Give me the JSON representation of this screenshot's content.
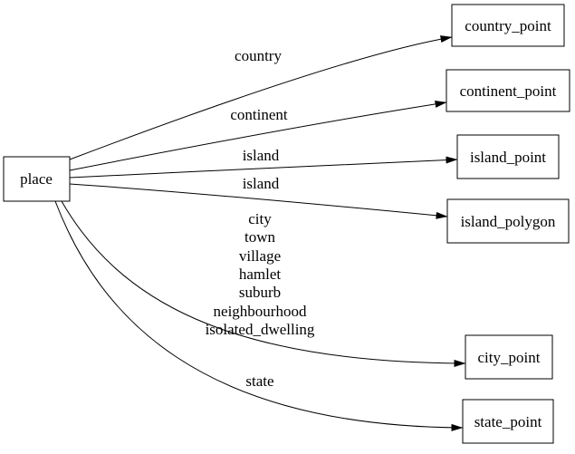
{
  "diagram": {
    "background_color": "#ffffff",
    "line_color": "#000000",
    "text_color": "#000000",
    "nodes": [
      {
        "id": "place",
        "label": "place"
      },
      {
        "id": "country_point",
        "label": "country_point"
      },
      {
        "id": "continent_point",
        "label": "continent_point"
      },
      {
        "id": "island_point",
        "label": "island_point"
      },
      {
        "id": "island_polygon",
        "label": "island_polygon"
      },
      {
        "id": "city_point",
        "label": "city_point"
      },
      {
        "id": "state_point",
        "label": "state_point"
      }
    ],
    "edges": [
      {
        "from": "place",
        "to": "country_point",
        "label": "country"
      },
      {
        "from": "place",
        "to": "continent_point",
        "label": "continent"
      },
      {
        "from": "place",
        "to": "island_point",
        "label": "island"
      },
      {
        "from": "place",
        "to": "island_polygon",
        "label": "island"
      },
      {
        "from": "place",
        "to": "city_point",
        "label_lines": [
          "city",
          "town",
          "village",
          "hamlet",
          "suburb",
          "neighbourhood",
          "isolated_dwelling"
        ]
      },
      {
        "from": "place",
        "to": "state_point",
        "label": "state"
      }
    ]
  }
}
